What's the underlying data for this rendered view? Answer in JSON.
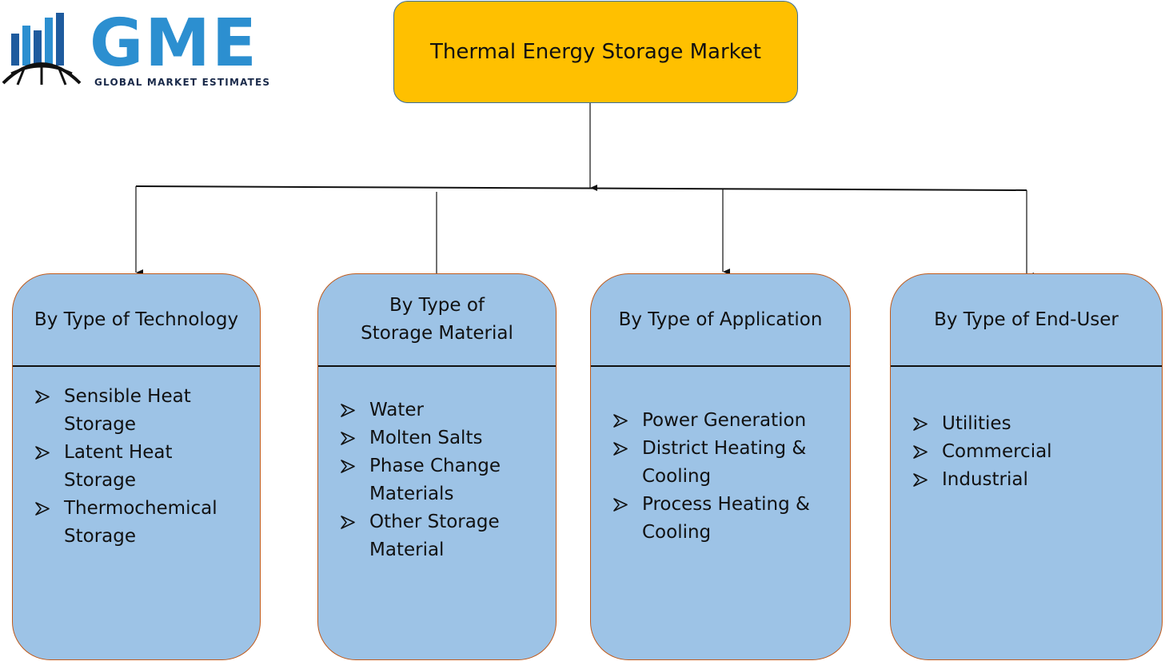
{
  "logo": {
    "name": "GME",
    "tagline": "GLOBAL MARKET ESTIMATES"
  },
  "root": {
    "label": "Thermal Energy Storage Market"
  },
  "categories": [
    {
      "title": "By Type of Technology",
      "items": [
        "Sensible Heat\nStorage",
        "Latent Heat\nStorage",
        "Thermochemical\nStorage"
      ]
    },
    {
      "title": "By Type of\nStorage Material",
      "items": [
        "Water",
        "Molten Salts",
        "Phase Change\nMaterials",
        "Other Storage\nMaterial"
      ]
    },
    {
      "title": "By Type of Application",
      "items": [
        "Power Generation",
        "District Heating &\nCooling",
        "Process Heating &\nCooling"
      ]
    },
    {
      "title": "By Type of End-User",
      "items": [
        "Utilities",
        "Commercial",
        "Industrial"
      ]
    }
  ],
  "colors": {
    "root_fill": "#ffc000",
    "category_fill": "#9dc3e6",
    "category_border": "#c05a1a",
    "logo_blue": "#2c8fd0"
  }
}
